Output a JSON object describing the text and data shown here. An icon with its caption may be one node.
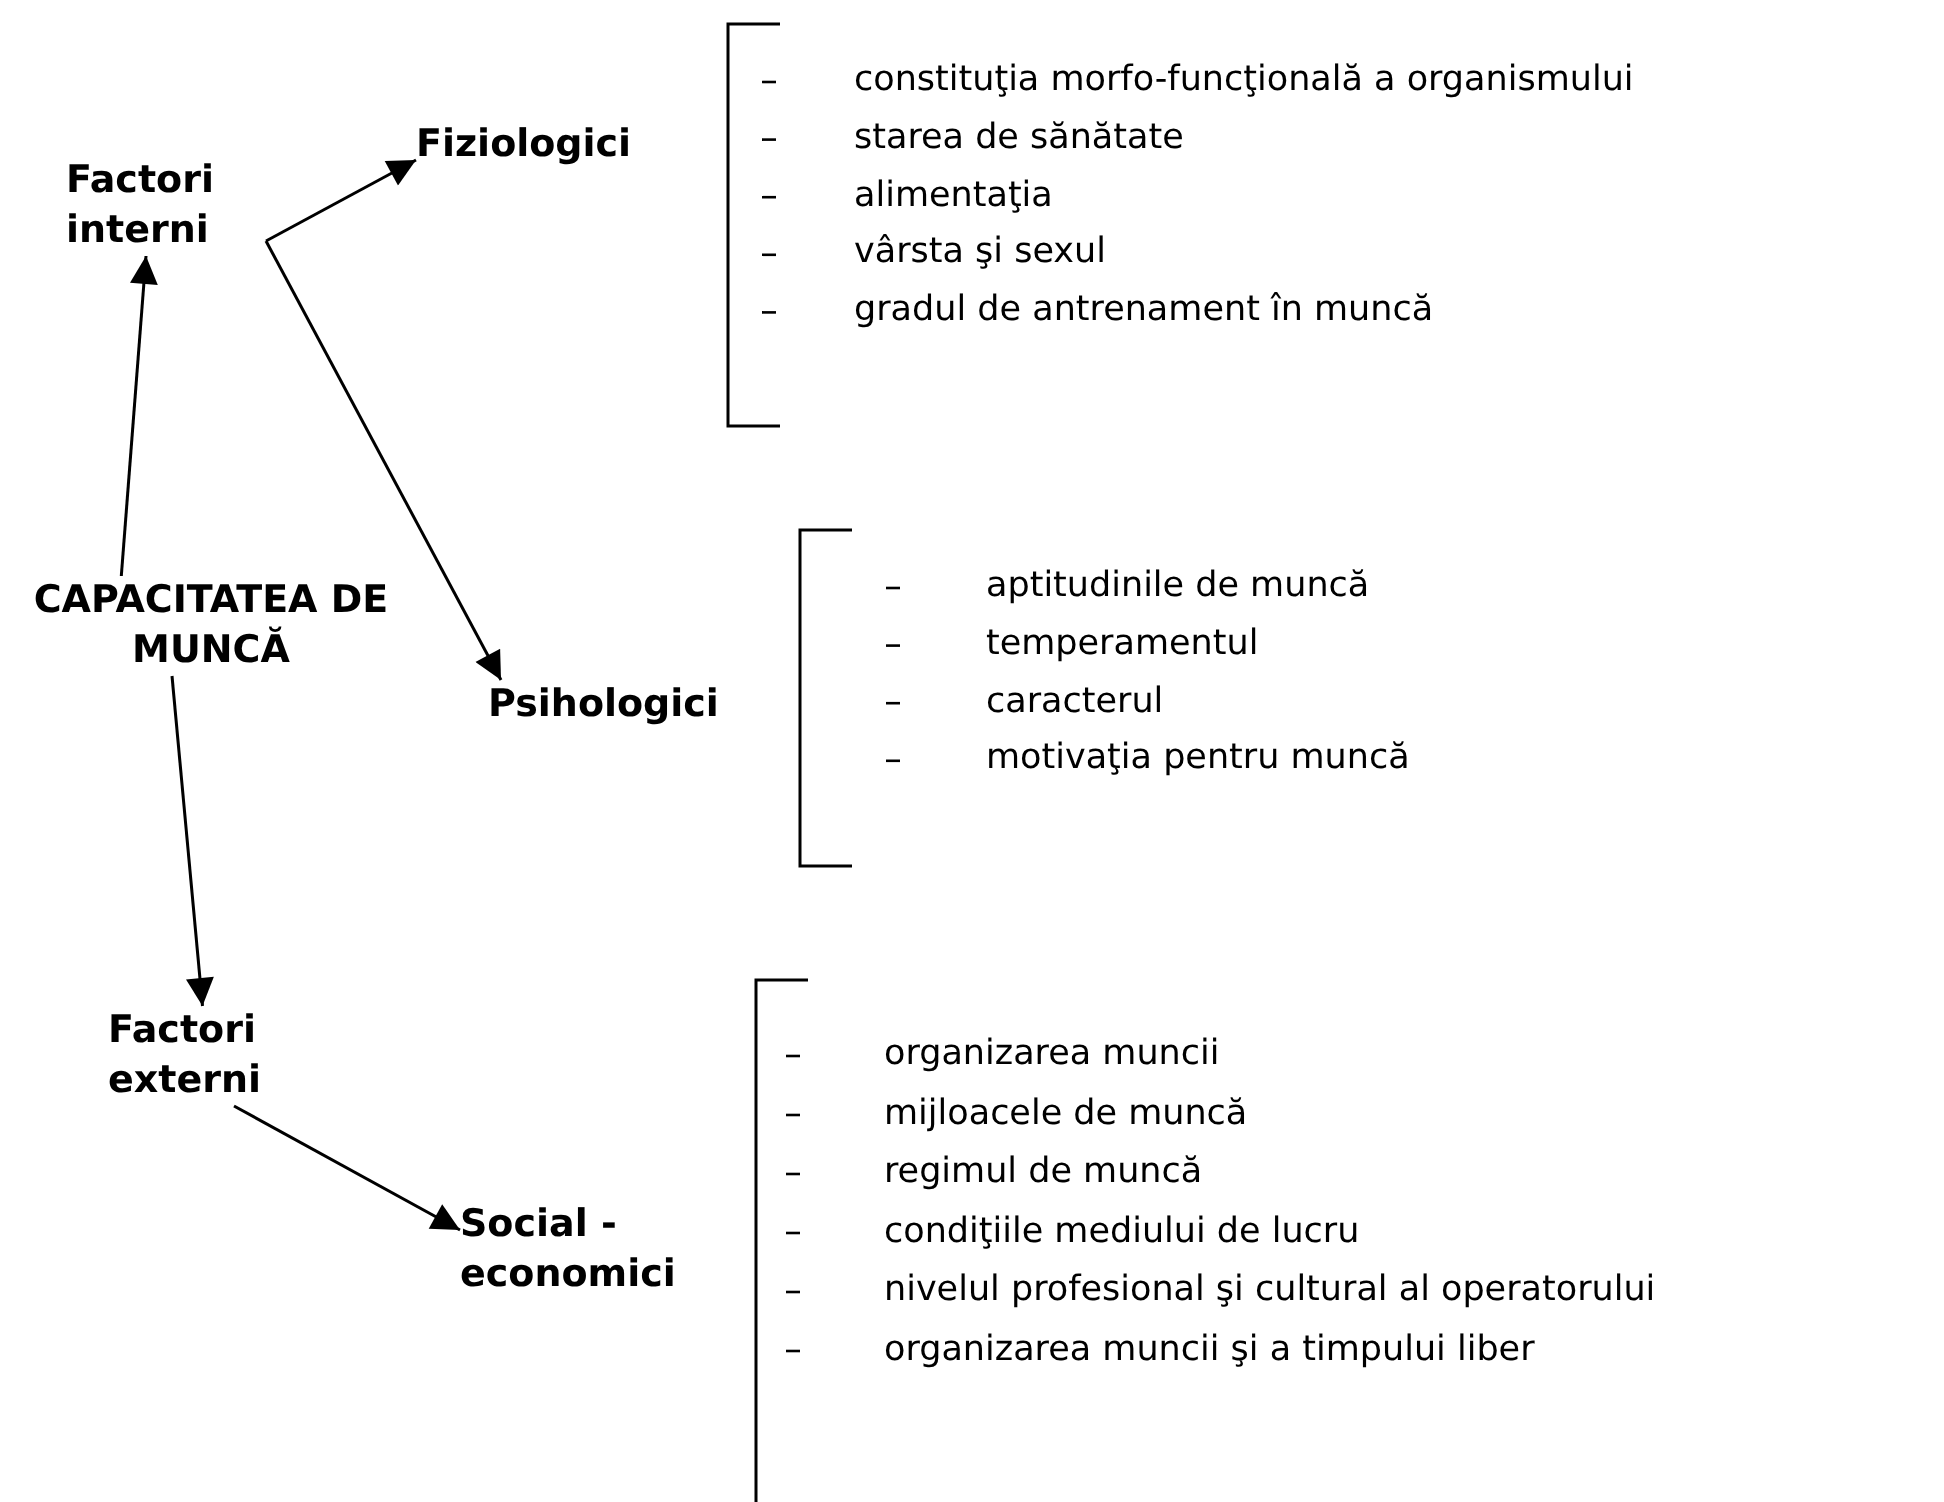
{
  "diagram": {
    "nodes": [
      {
        "text": [
          "CAPACITATEA DE MUNCĂ"
        ]
      },
      {
        "text": [
          "Factori interni"
        ]
      },
      {
        "text": [
          "Fiziologici"
        ]
      },
      {
        "text": [
          "Psihologici"
        ]
      },
      {
        "text": [
          "Factori externi"
        ]
      },
      {
        "text": [
          "Social - economici"
        ]
      }
    ],
    "edges": [
      {
        "from": 0,
        "to": 1,
        "arrow": "to"
      },
      {
        "from": 1,
        "to": 2,
        "arrow": "to"
      },
      {
        "from": 1,
        "to": 3,
        "arrow": "to"
      },
      {
        "from": 0,
        "to": 4,
        "arrow": "to"
      },
      {
        "from": 4,
        "to": 5,
        "arrow": "to"
      }
    ],
    "labels": [
      "constituţia morfo-funcţională a organismului",
      "starea de sănătate",
      "alimentaţia",
      "vârsta şi sexul",
      "gradul de antrenament în muncă",
      "aptitudinile de muncă",
      "temperamentul",
      "caracterul",
      "motivaţia pentru muncă",
      "organizarea muncii",
      "mijloacele de muncă",
      "regimul de muncă",
      "condiţiile mediului de lucru",
      "nivelul profesional şi cultural al operatorului",
      "organizarea muncii şi a timpului liber"
    ]
  }
}
